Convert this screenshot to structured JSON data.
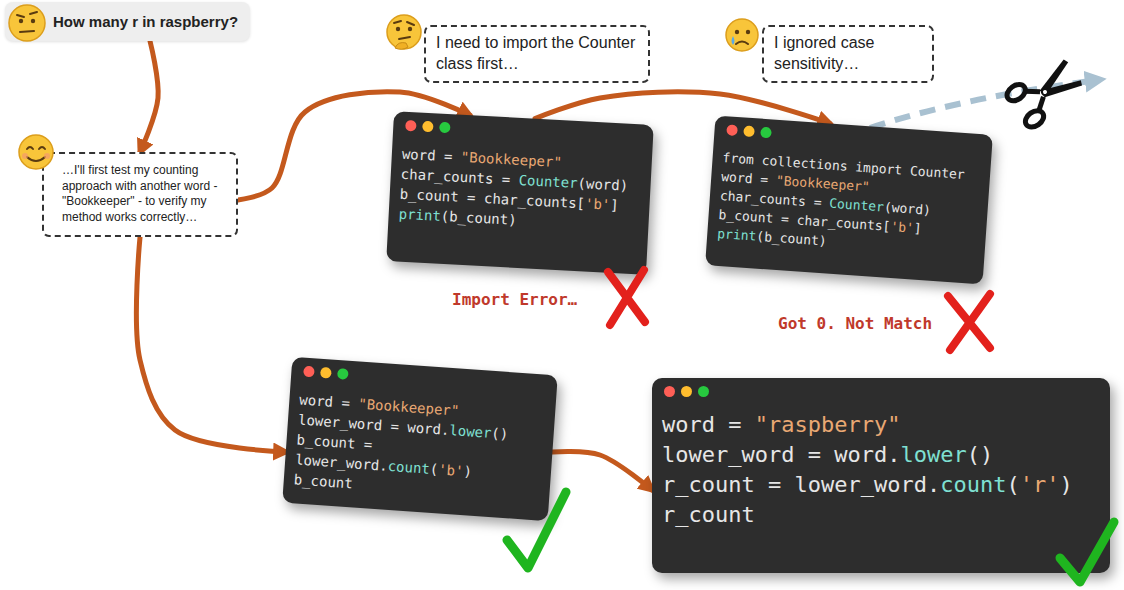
{
  "diagram": {
    "nodes": [
      {
        "text": [
          "How many r in raspberry?"
        ]
      },
      {
        "text": [
          "…I'll first test my counting approach with another word - \"Bookkeeper\" - to verify my method works correctly…"
        ]
      },
      {
        "text": [
          "I need to import the Counter class first…"
        ]
      },
      {
        "text": [
          "I ignored case sensitivity…"
        ]
      },
      {
        "text": [
          "word = \"Bookkeeper\"",
          "char_counts = Counter(word)",
          "b_count = char_counts['b']",
          "print(b_count)"
        ]
      },
      {
        "text": [
          "from collections import Counter",
          "word = \"Bookkeeper\"",
          "char_counts = Counter(word)",
          "b_count = char_counts['b']",
          "print(b_count)"
        ]
      },
      {
        "text": [
          "word = \"Bookkeeper\"",
          "lower_word = word.lower()",
          "b_count = lower_word.count('b')",
          "b_count"
        ]
      },
      {
        "text": [
          "word = \"raspberry\"",
          "lower_word = word.lower()",
          "r_count = lower_word.count('r')",
          "r_count"
        ]
      }
    ],
    "edges": [
      {
        "from": 0,
        "to": 1,
        "arrow": "to"
      },
      {
        "from": 1,
        "to": 4,
        "arrow": "to"
      },
      {
        "from": 4,
        "to": 5,
        "arrow": "to"
      },
      {
        "from": 1,
        "to": 6,
        "arrow": "to"
      },
      {
        "from": 6,
        "to": 7,
        "arrow": "to"
      }
    ],
    "labels": [
      "Import Error…",
      "Got 0. Not Match"
    ]
  }
}
